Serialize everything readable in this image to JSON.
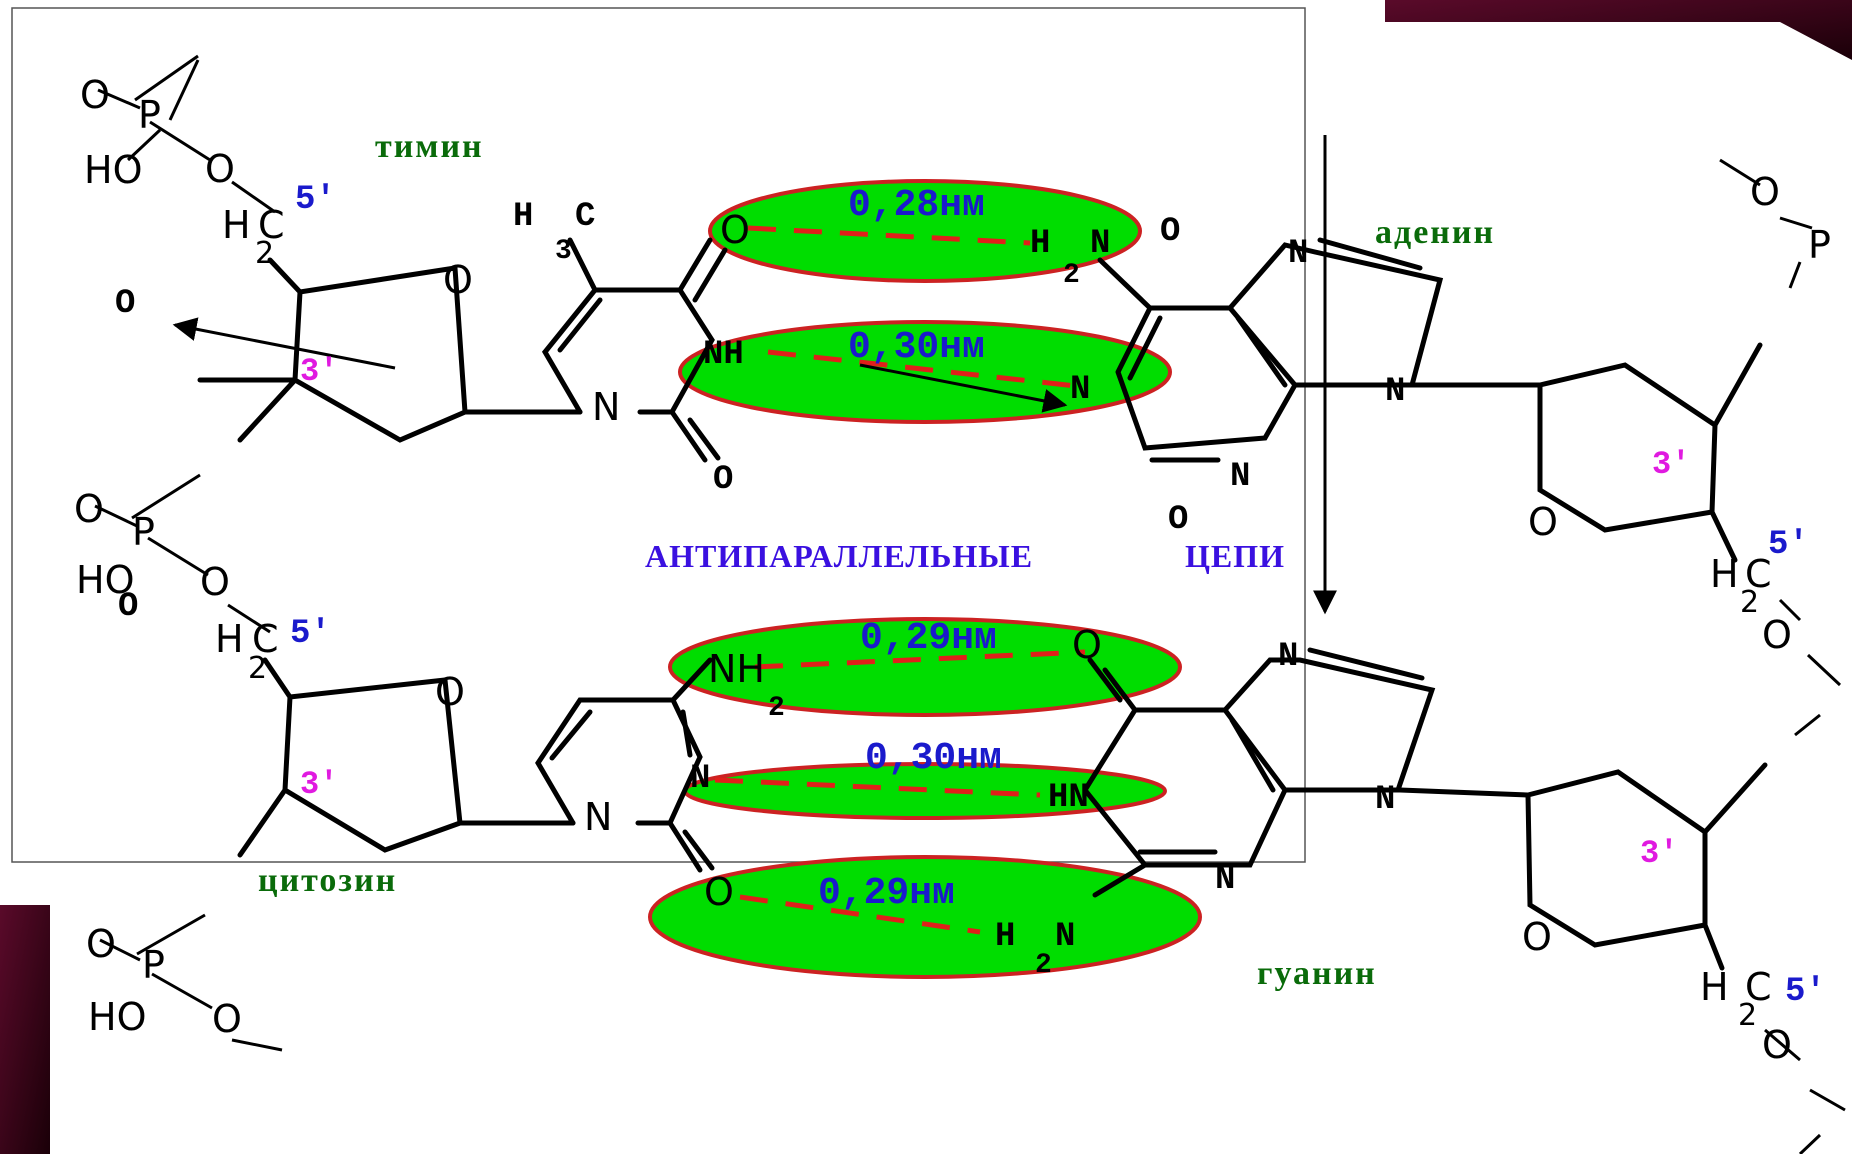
{
  "bases": {
    "thymine": "тимин",
    "adenine": "аденин",
    "cytosine": "цитозин",
    "guanine": "гуанин"
  },
  "caption": {
    "left": "АНТИПАРАЛЛЕЛЬНЫЕ",
    "right": "ЦЕПИ"
  },
  "distances": {
    "d1": "0,28нм",
    "d2": "0,30нм",
    "d3": "0,29нм",
    "d4": "0,30нм",
    "d5": "0,29нм"
  },
  "primes": {
    "five": "5'",
    "three": "3'"
  },
  "atoms": {
    "O": "O",
    "N": "N",
    "P": "P",
    "H": "H",
    "C": "C",
    "HO": "HO",
    "NH": "NH",
    "HN": "HN",
    "sub2": "2",
    "sub3": "3"
  },
  "colors": {
    "ellipse_fill": "#00dd00",
    "ellipse_stroke": "#cc2222",
    "hydrogen_bond": "#e0201a",
    "base_names": "#0a6b0a",
    "distance_labels": "#1a1acc",
    "prime5": "#1a1acc",
    "prime3": "#e01ae0",
    "caption": "#3a10e0",
    "corner_decor": "#3a0018"
  }
}
